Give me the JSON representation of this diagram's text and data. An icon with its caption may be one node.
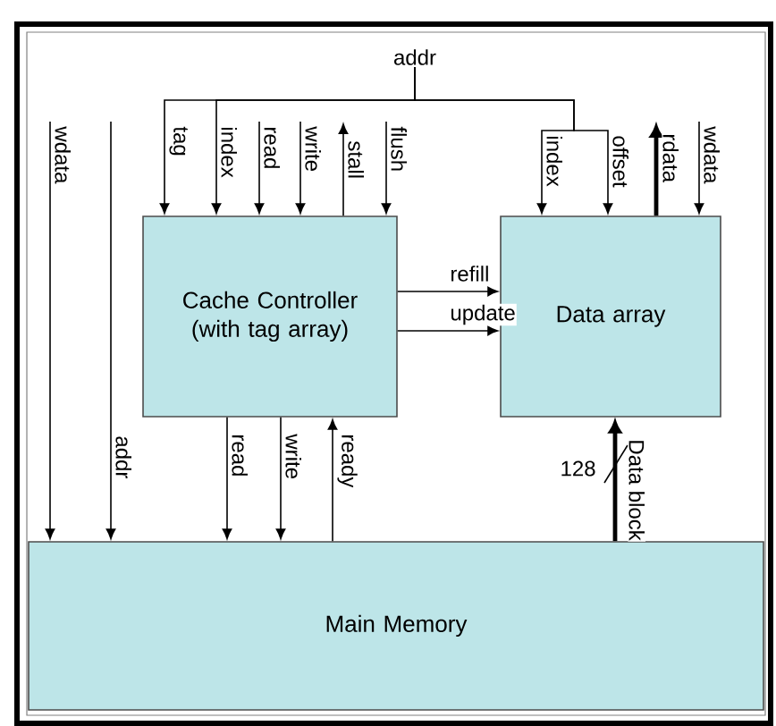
{
  "diagram": {
    "nodes": [
      {
        "text": [
          "addr"
        ]
      },
      {
        "text": [
          "Cache Controller (with tag array)"
        ]
      },
      {
        "text": [
          "Data array"
        ]
      },
      {
        "text": [
          "Main Memory"
        ]
      }
    ],
    "edges": [
      {
        "from": 0,
        "to": 1,
        "arrow": "to",
        "label": "tag"
      },
      {
        "from": 0,
        "to": 1,
        "arrow": "to",
        "label": "index"
      },
      {
        "from": 0,
        "to": 2,
        "arrow": "to",
        "label": "index"
      },
      {
        "from": 0,
        "to": 2,
        "arrow": "to",
        "label": "offset"
      },
      {
        "from": null,
        "to": 1,
        "arrow": "to",
        "label": "read"
      },
      {
        "from": null,
        "to": 1,
        "arrow": "to",
        "label": "write"
      },
      {
        "from": 1,
        "to": null,
        "arrow": "to",
        "label": "stall"
      },
      {
        "from": null,
        "to": 1,
        "arrow": "to",
        "label": "flush"
      },
      {
        "from": 2,
        "to": null,
        "arrow": "to",
        "label": "rdata",
        "style": "thick"
      },
      {
        "from": null,
        "to": 2,
        "arrow": "to",
        "label": "wdata"
      },
      {
        "from": null,
        "to": 3,
        "arrow": "to",
        "label": "wdata"
      },
      {
        "from": null,
        "to": 3,
        "arrow": "to",
        "label": "addr"
      },
      {
        "from": 1,
        "to": 3,
        "arrow": "to",
        "label": "read"
      },
      {
        "from": 1,
        "to": 3,
        "arrow": "to",
        "label": "write"
      },
      {
        "from": 3,
        "to": 1,
        "arrow": "to",
        "label": "ready"
      },
      {
        "from": 1,
        "to": 2,
        "arrow": "to",
        "label": "refill"
      },
      {
        "from": 1,
        "to": 2,
        "arrow": "to",
        "label": "update"
      },
      {
        "from": 3,
        "to": 2,
        "arrow": "to",
        "label": "Data block",
        "style": "thick"
      }
    ],
    "labels": [
      "128"
    ]
  }
}
